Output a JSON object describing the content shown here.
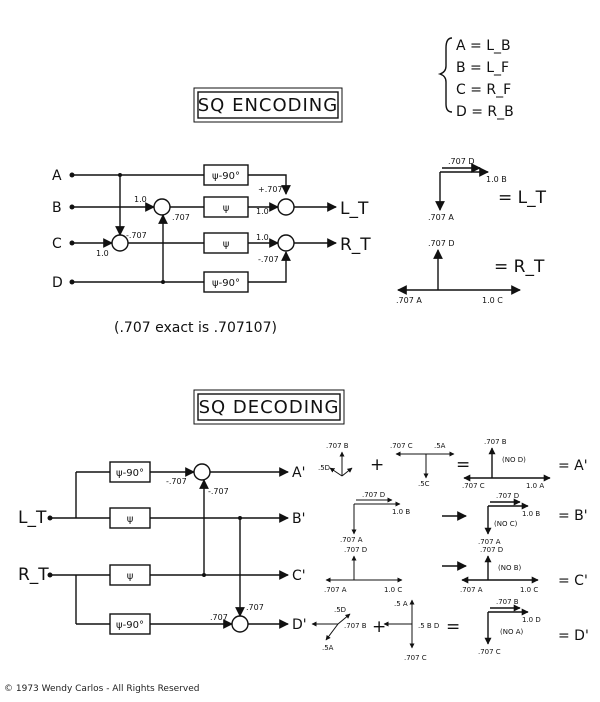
{
  "legend": {
    "a": "A = L_B",
    "b": "B = L_F",
    "c": "C = R_F",
    "d": "D = R_B"
  },
  "encoding": {
    "title": "SQ ENCODING",
    "inputs": [
      "A",
      "B",
      "C",
      "D"
    ],
    "outputs": [
      "L_T",
      "R_T"
    ],
    "boxes": [
      "ψ-90°",
      "ψ",
      "ψ",
      "ψ-90°"
    ],
    "coefficients": [
      "1.0",
      ".707",
      "-.707",
      "1.0",
      "+.707",
      "1.0",
      "1.0",
      "-.707"
    ],
    "note": "(.707 exact is .707107)",
    "vectors_lt": {
      "labels": [
        ".707 D",
        "1.0 B",
        ".707 A"
      ],
      "equals": "= L_T"
    },
    "vectors_rt": {
      "labels": [
        ".707 D",
        ".707 A",
        "1.0 C"
      ],
      "equals": "= R_T"
    }
  },
  "decoding": {
    "title": "SQ DECODING",
    "inputs": [
      "L_T",
      "R_T"
    ],
    "outputs": [
      "A'",
      "B'",
      "C'",
      "D'"
    ],
    "boxes": [
      "ψ-90°",
      "ψ",
      "ψ",
      "ψ-90°"
    ],
    "coefficients": [
      "-.707",
      "-.707",
      ".707",
      ".707"
    ],
    "rows": [
      {
        "terms": [
          ".707 B",
          ".5D",
          ".707 C",
          ".5A",
          ".5C"
        ],
        "result_labels": [
          ".707 B",
          "(NO D)",
          ".707 C",
          "1.0 A"
        ],
        "output": "= A'"
      },
      {
        "terms": [
          ".707 D",
          "1.0 B",
          ".707 A"
        ],
        "result_labels": [
          ".707 D",
          "(NO C)",
          "1.0 B",
          ".707 A"
        ],
        "output": "= B'"
      },
      {
        "terms": [
          ".707 D",
          ".707 A",
          "1.0 C"
        ],
        "result_labels": [
          ".707 D",
          "(NO B)",
          ".707 A",
          "1.0 C"
        ],
        "output": "= C'"
      },
      {
        "terms": [
          ".5D",
          ".707 B",
          ".5A",
          ".5 A",
          ".707 C",
          ".5 B D"
        ],
        "result_labels": [
          ".707 B",
          "1.0 D",
          "(NO A)",
          ".707 C"
        ],
        "output": "= D'"
      }
    ]
  },
  "copyright": "© 1973 Wendy Carlos - All Rights Reserved"
}
